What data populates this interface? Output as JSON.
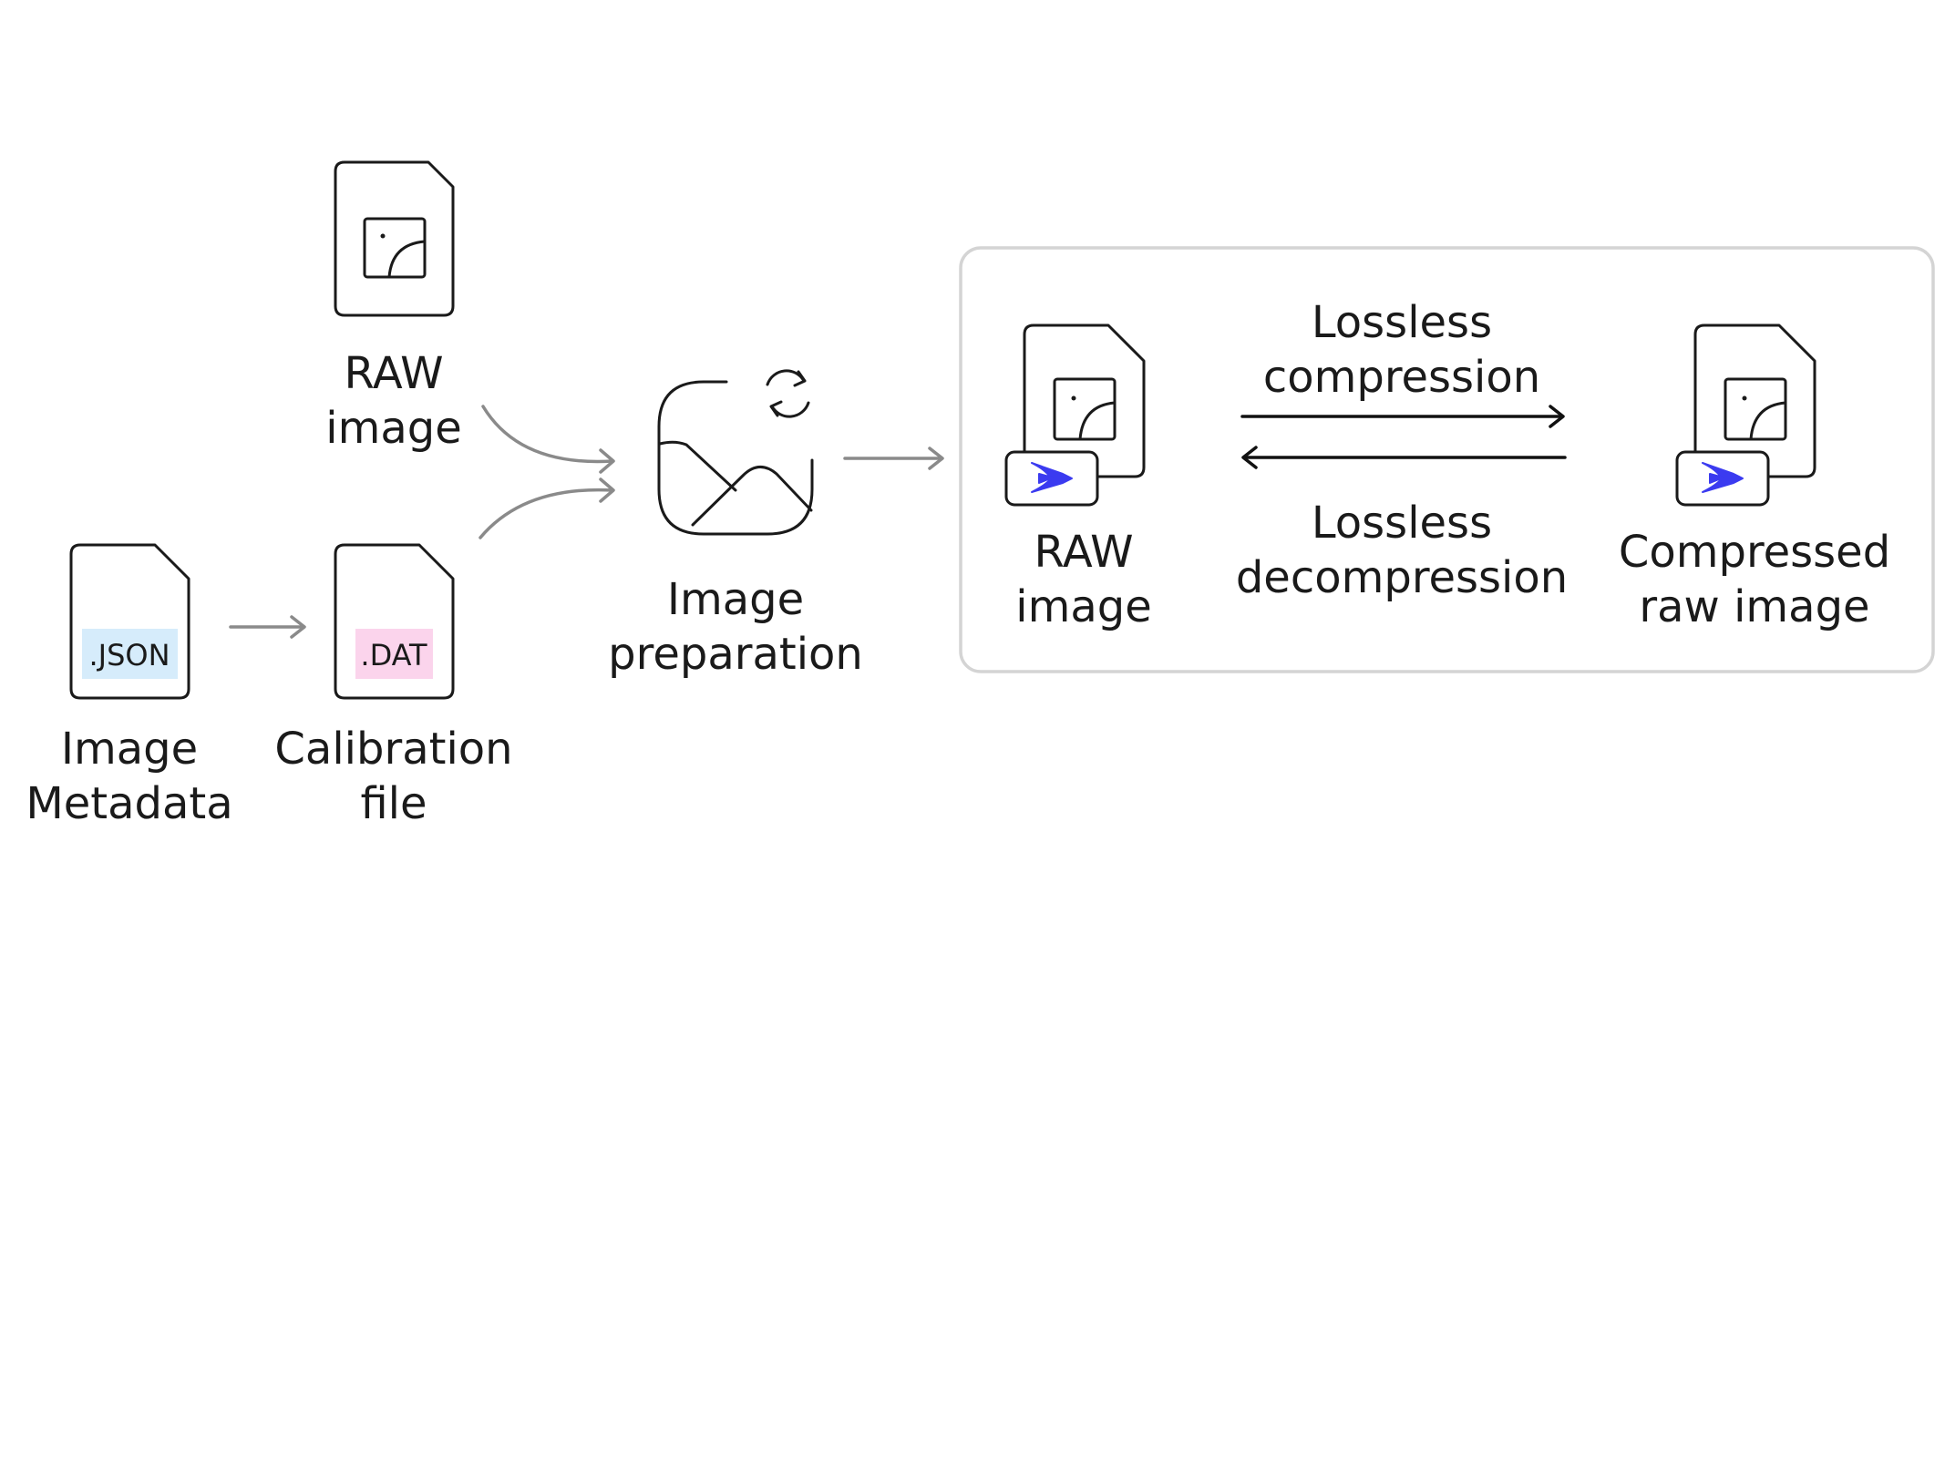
{
  "inputs": {
    "raw_image": {
      "line1": "RAW",
      "line2": "image"
    },
    "metadata": {
      "tag": ".JSON",
      "line1": "Image",
      "line2": "Metadata"
    },
    "calibration": {
      "tag": ".DAT",
      "line1": "Calibration",
      "line2": "file"
    }
  },
  "preparation": {
    "line1": "Image",
    "line2": "preparation"
  },
  "compression_panel": {
    "raw": {
      "line1": "RAW",
      "line2": "image"
    },
    "compress": {
      "line1": "Lossless",
      "line2": "compression"
    },
    "decompress": {
      "line1": "Lossless",
      "line2": "decompression"
    },
    "compressed": {
      "line1": "Compressed",
      "line2": "raw image"
    }
  },
  "colors": {
    "json_tag_bg": "#d6ecfb",
    "dat_tag_bg": "#fbd4ec",
    "brand_blue": "#3b3bf0",
    "panel_border": "#d4d4d4",
    "arrow_grey": "#8a8a8a"
  },
  "icons": {
    "raw_file": "image-file-icon",
    "json_file": "json-file-icon",
    "dat_file": "dat-file-icon",
    "preparation": "image-sync-icon",
    "brand": "bird-logo-icon"
  }
}
